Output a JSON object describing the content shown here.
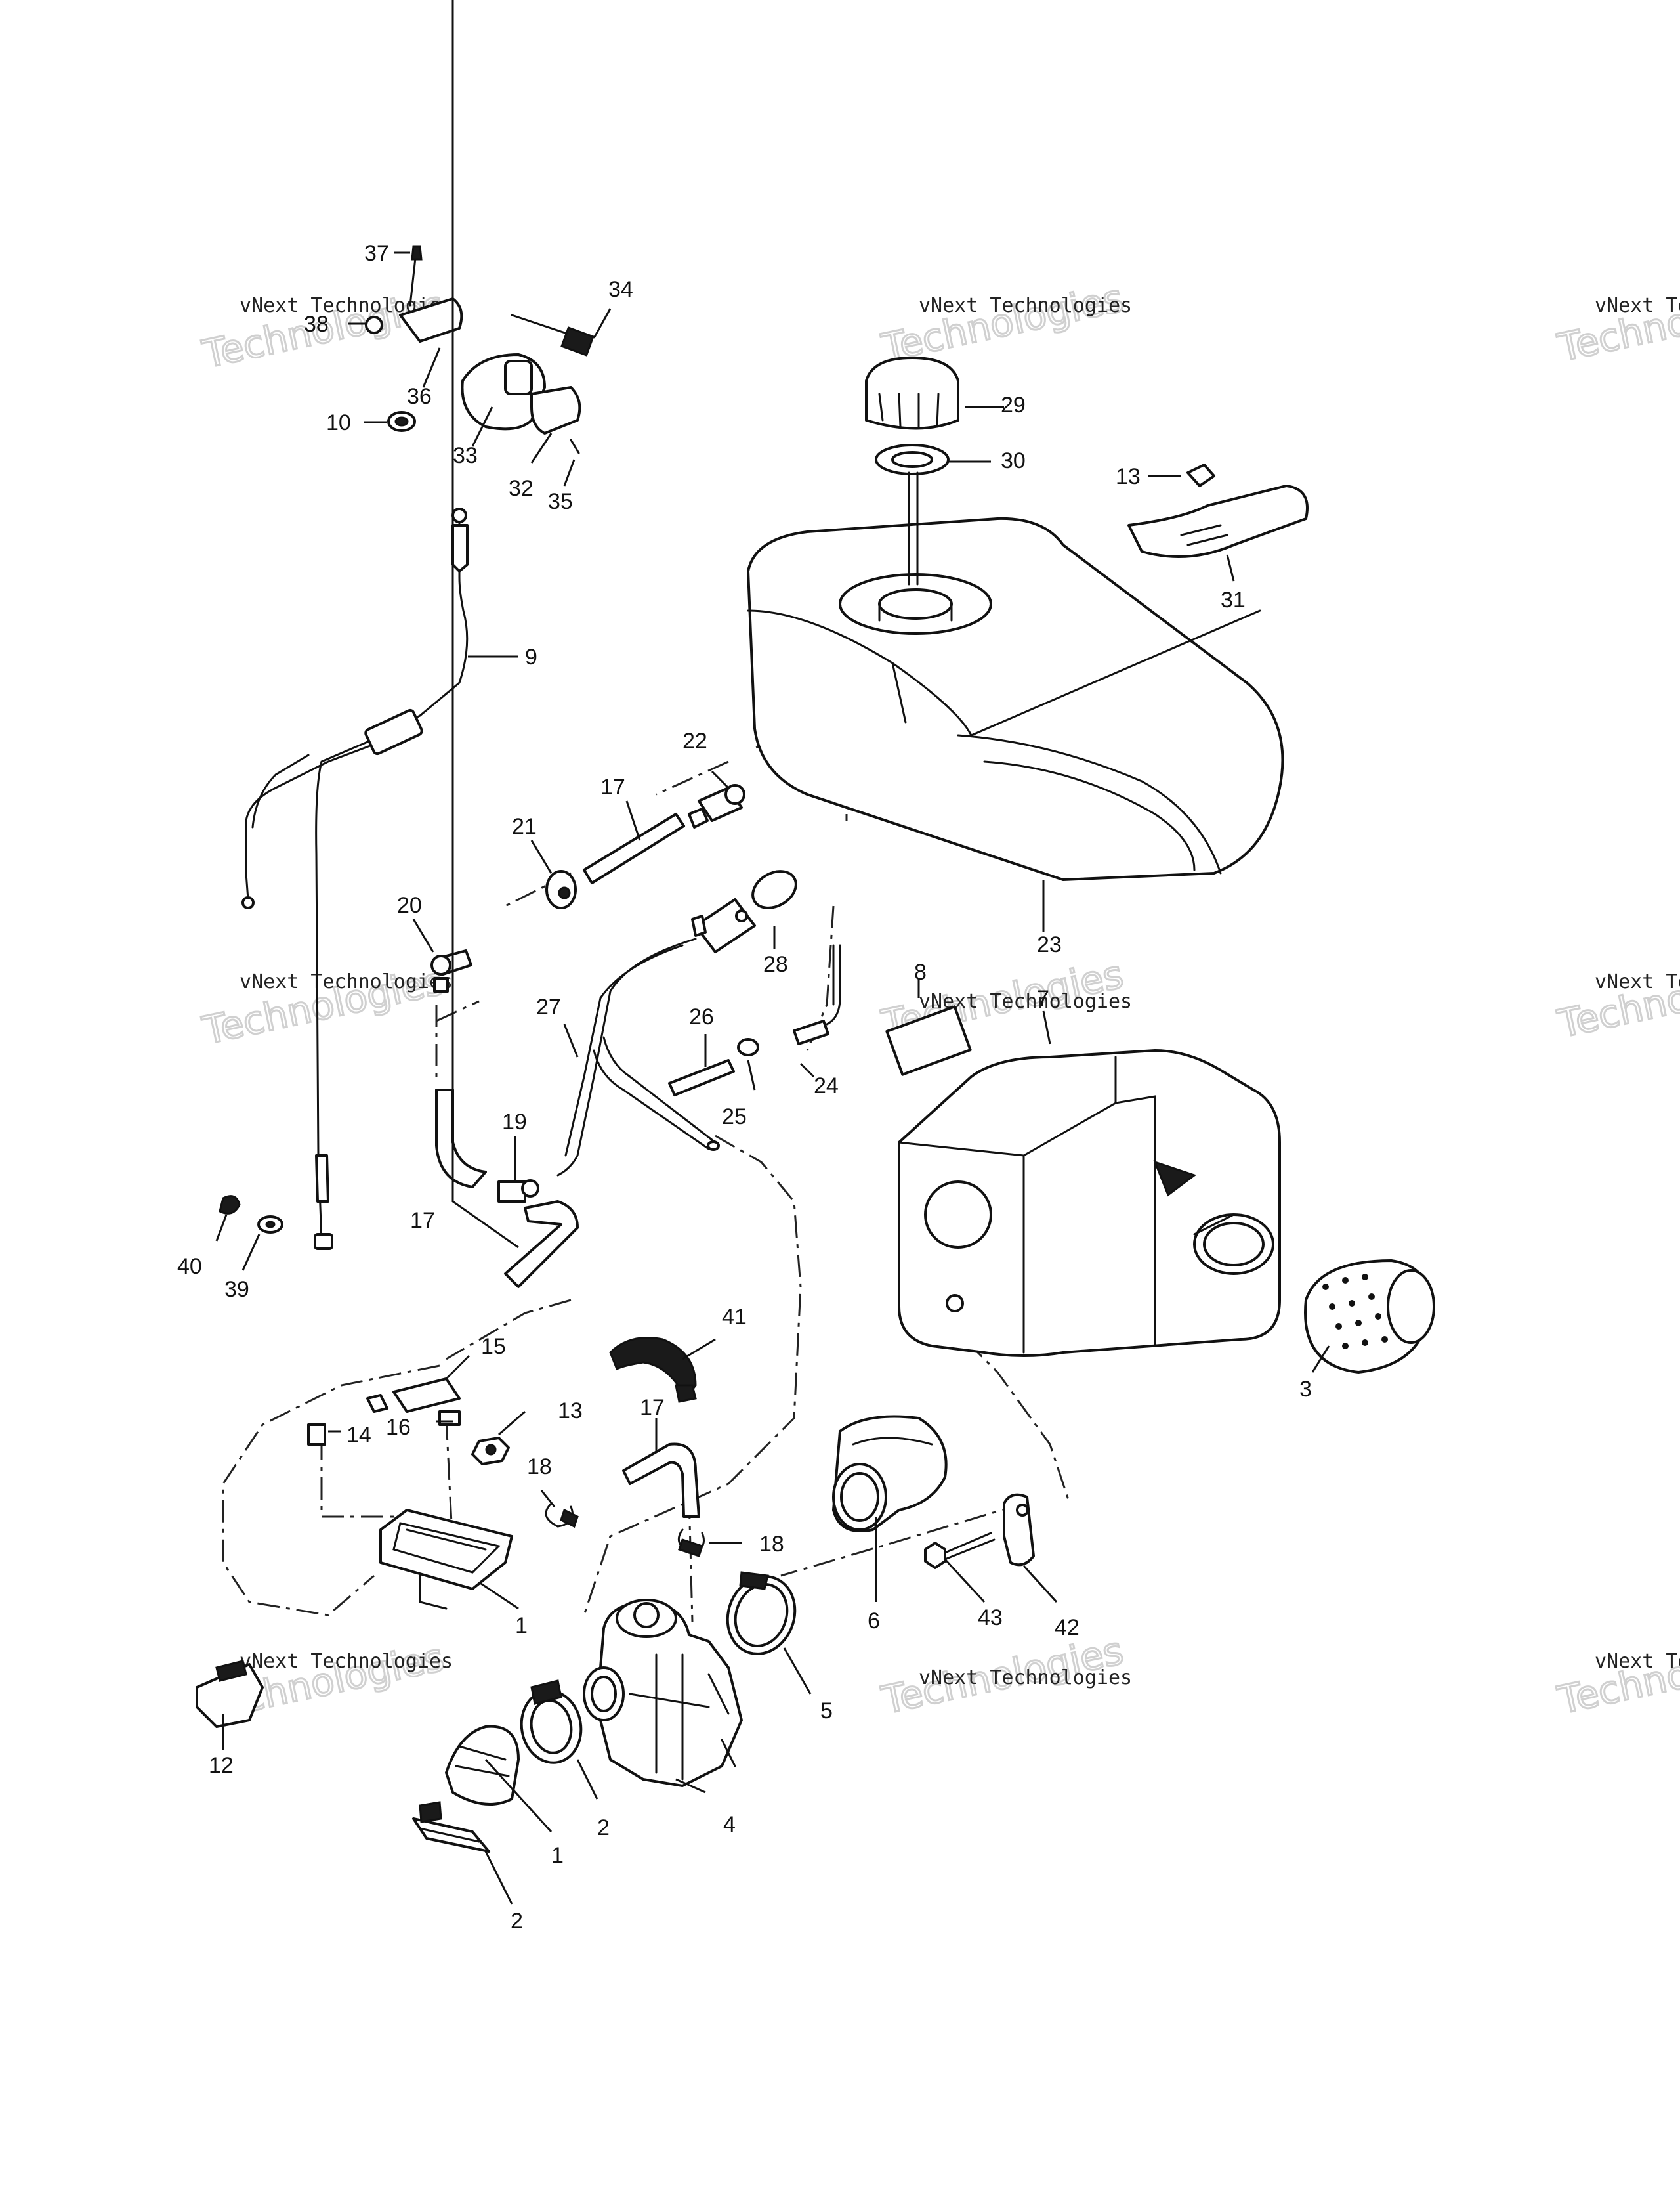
{
  "diagram": {
    "callouts": [
      "37",
      "38",
      "36",
      "10",
      "33",
      "32",
      "35",
      "34",
      "29",
      "30",
      "13",
      "31",
      "9",
      "22",
      "17",
      "21",
      "20",
      "28",
      "23",
      "27",
      "26",
      "24",
      "25",
      "8",
      "7",
      "19",
      "17",
      "40",
      "39",
      "41",
      "15",
      "13",
      "14",
      "16",
      "17",
      "18",
      "18",
      "1",
      "6",
      "43",
      "42",
      "3",
      "12",
      "4",
      "5",
      "2",
      "1",
      "2"
    ],
    "watermark": {
      "line1": "vNext Technologies",
      "line2": "Technologies"
    }
  }
}
